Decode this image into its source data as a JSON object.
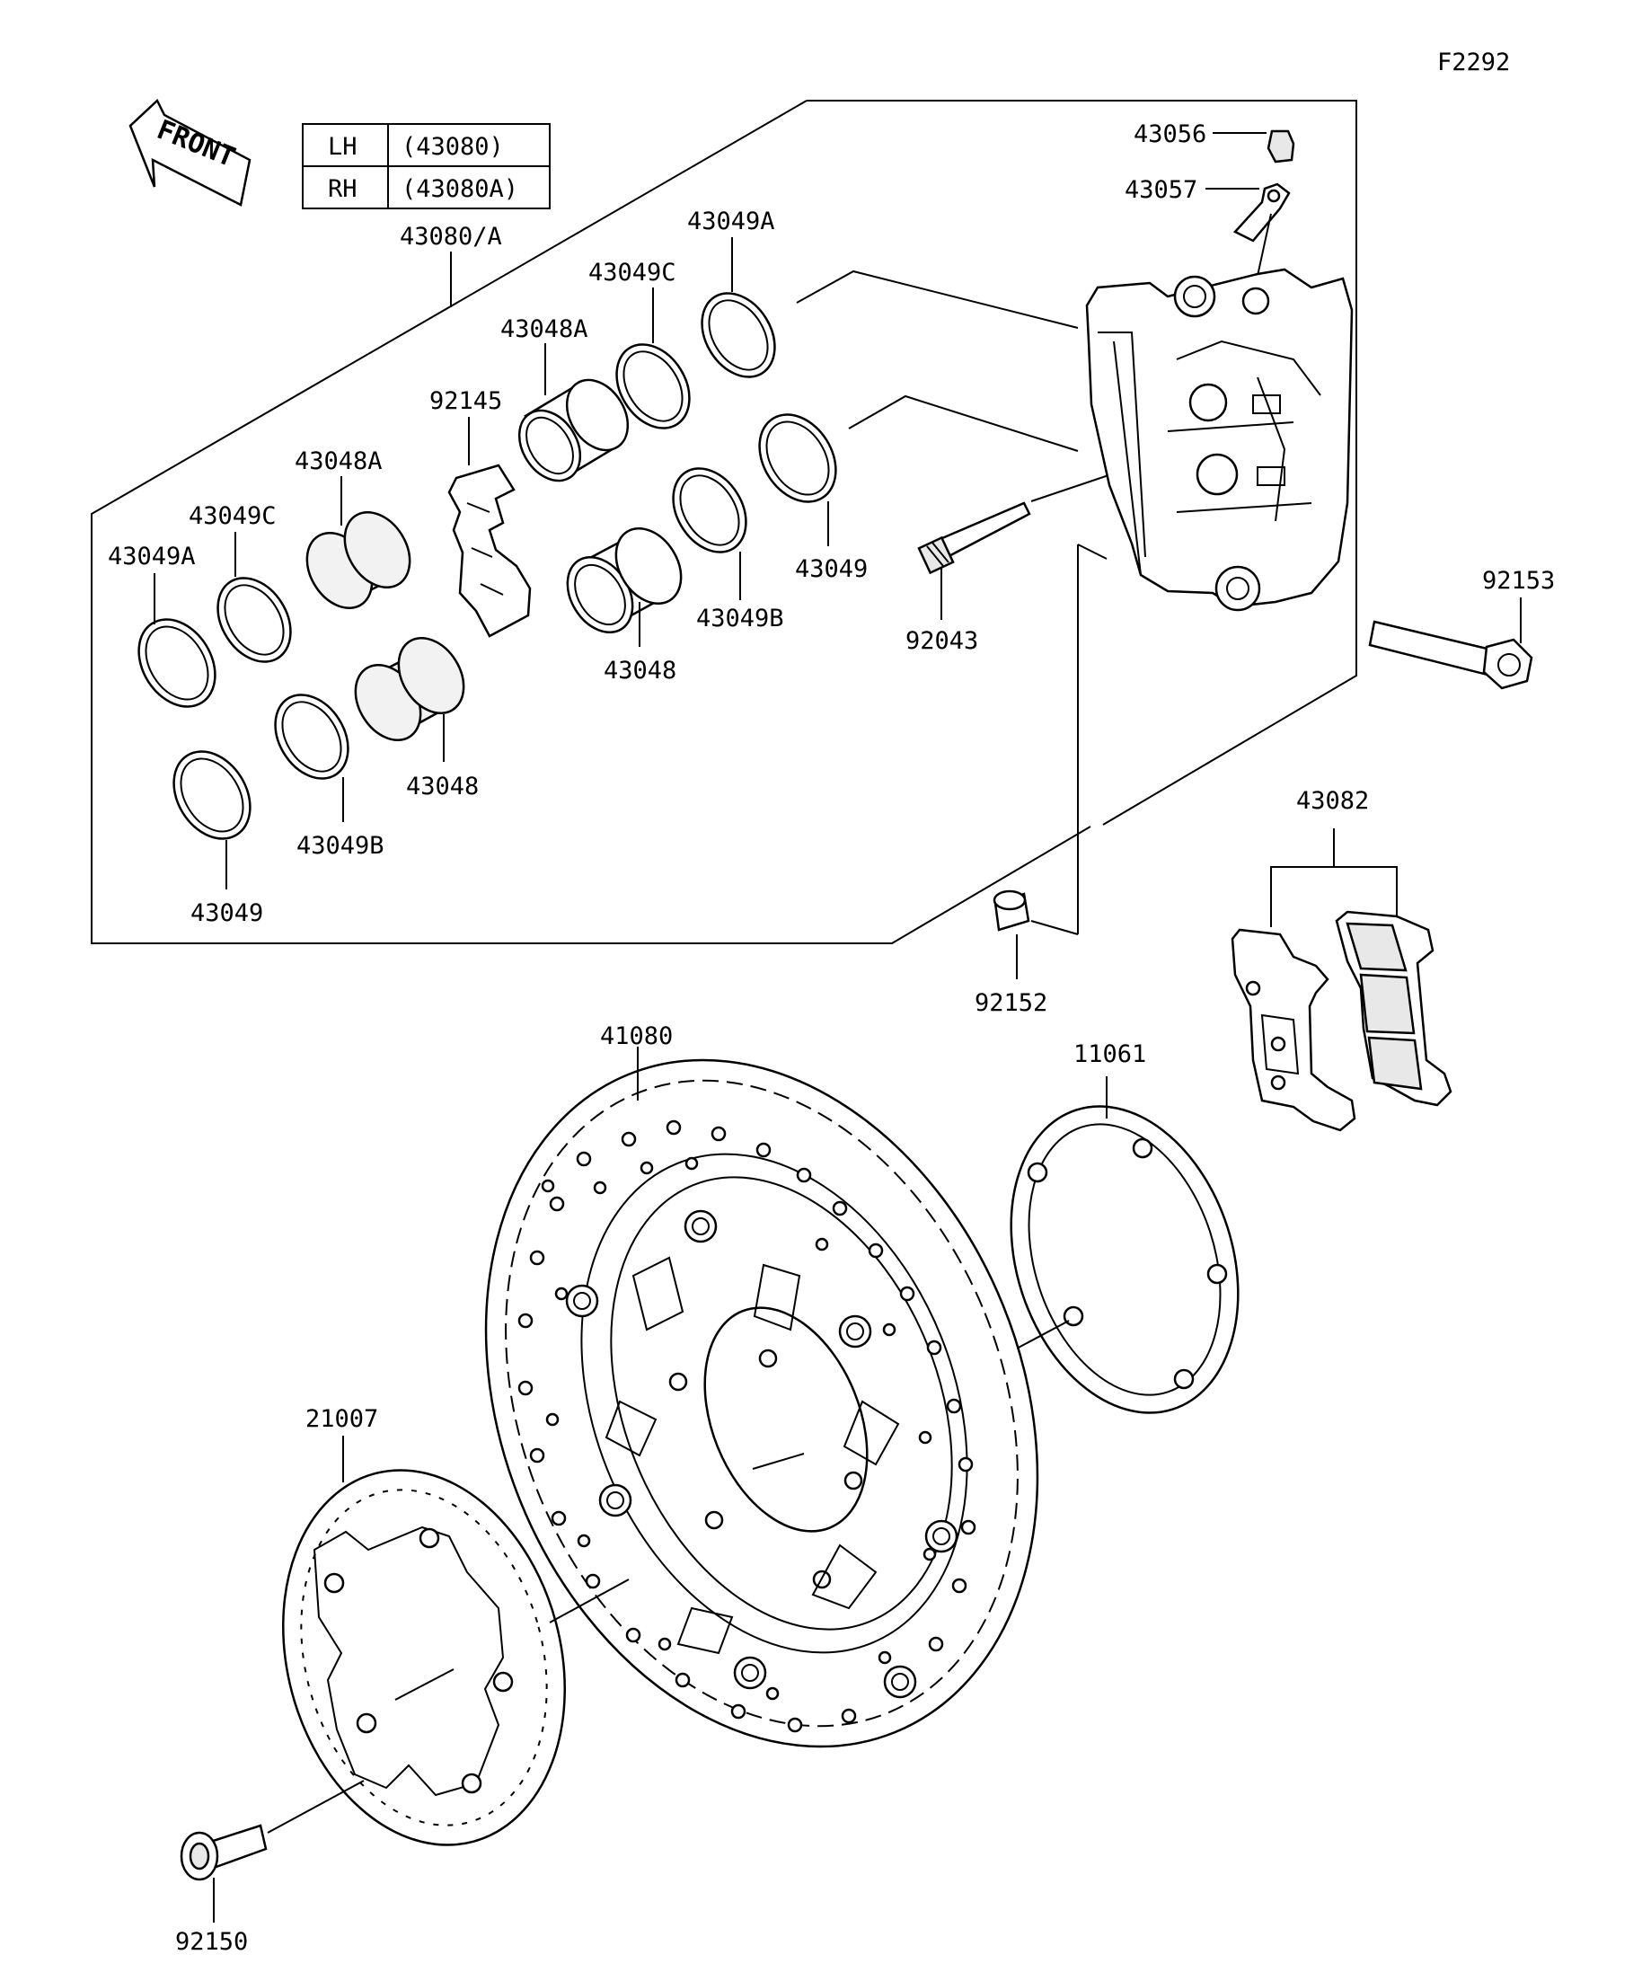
{
  "figure_code": "F2292",
  "front_label": "FRONT",
  "variant_table": [
    {
      "side": "LH",
      "part": "(43080)"
    },
    {
      "side": "RH",
      "part": "(43080A)"
    }
  ],
  "labels": {
    "p43080A": "43080/A",
    "p43049A_top": "43049A",
    "p43049C_top": "43049C",
    "p43048A_top": "43048A",
    "p92145": "92145",
    "p43048A_left": "43048A",
    "p43049C_left": "43049C",
    "p43049A_left": "43049A",
    "p43049_right": "43049",
    "p43049B_mid": "43049B",
    "p43048_mid": "43048",
    "p43048_low": "43048",
    "p43049B_low": "43049B",
    "p43049_low": "43049",
    "p43056": "43056",
    "p43057": "43057",
    "p92043": "92043",
    "p92153": "92153",
    "p43082": "43082",
    "p92152": "92152",
    "p41080": "41080",
    "p11061": "11061",
    "p21007": "21007",
    "p92150": "92150"
  }
}
